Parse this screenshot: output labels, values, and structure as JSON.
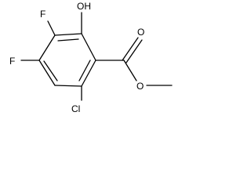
{
  "structure": {
    "atoms": {
      "oh": "OH",
      "f_top": "F",
      "f_left": "F",
      "cl": "Cl",
      "o_carbonyl": "O",
      "o_ester": "O"
    }
  },
  "colors": {
    "bond": "#000000",
    "label": "#000000",
    "background": "#ffffff"
  }
}
